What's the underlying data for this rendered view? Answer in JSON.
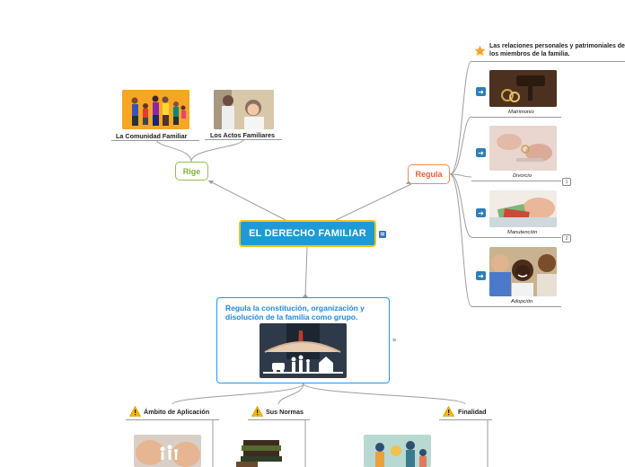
{
  "central": {
    "title": "EL DERECHO FAMILIAR"
  },
  "left_branch": {
    "label": "Rige",
    "items": [
      {
        "caption": "La Comunidad Familiar",
        "image": "family-group-photo"
      },
      {
        "caption": "Los Actos Familiares",
        "image": "couple-argument-photo"
      }
    ]
  },
  "right_branch": {
    "label": "Regula",
    "header": {
      "icon": "star-icon",
      "text_line1": "Las relaciones personales y patrimoniales de",
      "text_line2": "los miembros de la familia."
    },
    "items": [
      {
        "caption": "Matrimonio",
        "icon": "arrow-right-icon",
        "image": "wedding-rings-gavel-photo"
      },
      {
        "caption": "Divorcio",
        "icon": "arrow-right-icon",
        "image": "broken-rings-photo",
        "badge": "1"
      },
      {
        "caption": "Manutención",
        "icon": "arrow-right-icon",
        "image": "money-hand-photo",
        "badge": "2"
      },
      {
        "caption": "Adopción",
        "icon": "arrow-right-icon",
        "image": "smiling-family-photo"
      }
    ]
  },
  "bottom_branch": {
    "description": "Regula la constitución, organización y disolución de la familia como grupo.",
    "children": [
      {
        "label": "Ámbito de Aplicación",
        "icon": "warning-icon"
      },
      {
        "label": "Sus Normas",
        "icon": "warning-icon"
      },
      {
        "label": "Finalidad",
        "icon": "warning-icon"
      }
    ]
  },
  "colors": {
    "central_fill": "#1e9bd7",
    "central_border": "#f0c419",
    "rige": "#7cb342",
    "regula": "#e8603c",
    "box_border": "#2196f3"
  }
}
